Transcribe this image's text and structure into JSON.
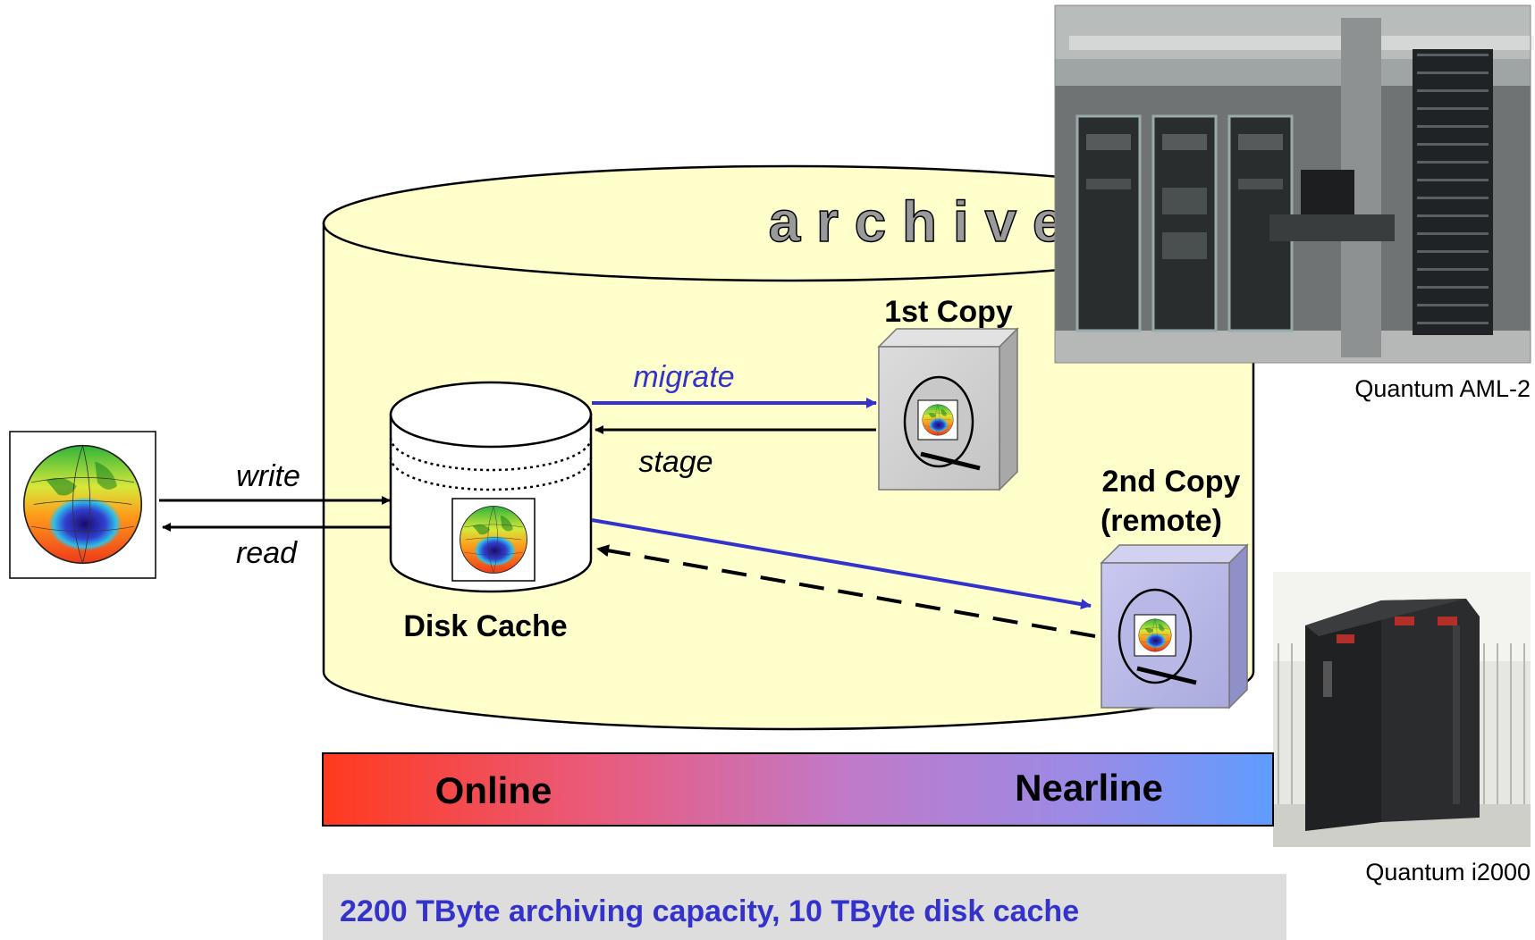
{
  "archive_label": "a r c h i v e",
  "flows": {
    "write": "write",
    "read": "read",
    "migrate": "migrate",
    "stage": "stage"
  },
  "disk_cache": {
    "label": "Disk Cache"
  },
  "first_copy": {
    "label": "1st Copy"
  },
  "second_copy": {
    "label_line1": "2nd Copy",
    "label_line2": "(remote)"
  },
  "gradient_bar": {
    "left_label": "Online",
    "right_label": "Nearline",
    "colors": [
      "#ff3a1e",
      "#ee5a7a",
      "#c27ac8",
      "#9a8be6",
      "#5f9cff"
    ]
  },
  "photos": {
    "top_caption": "Quantum AML-2",
    "bottom_caption": "Quantum i2000"
  },
  "footer": {
    "text": "2200 TByte archiving capacity, 10 TByte disk cache"
  },
  "colors": {
    "archive_fill": "#ffffcc",
    "migrate_arrow": "#3333cc",
    "footer_text": "#3333cc",
    "footer_bg": "#dddddd",
    "cube_grey": "#c8c8c8",
    "cube_violet": "#b2b2e2"
  }
}
